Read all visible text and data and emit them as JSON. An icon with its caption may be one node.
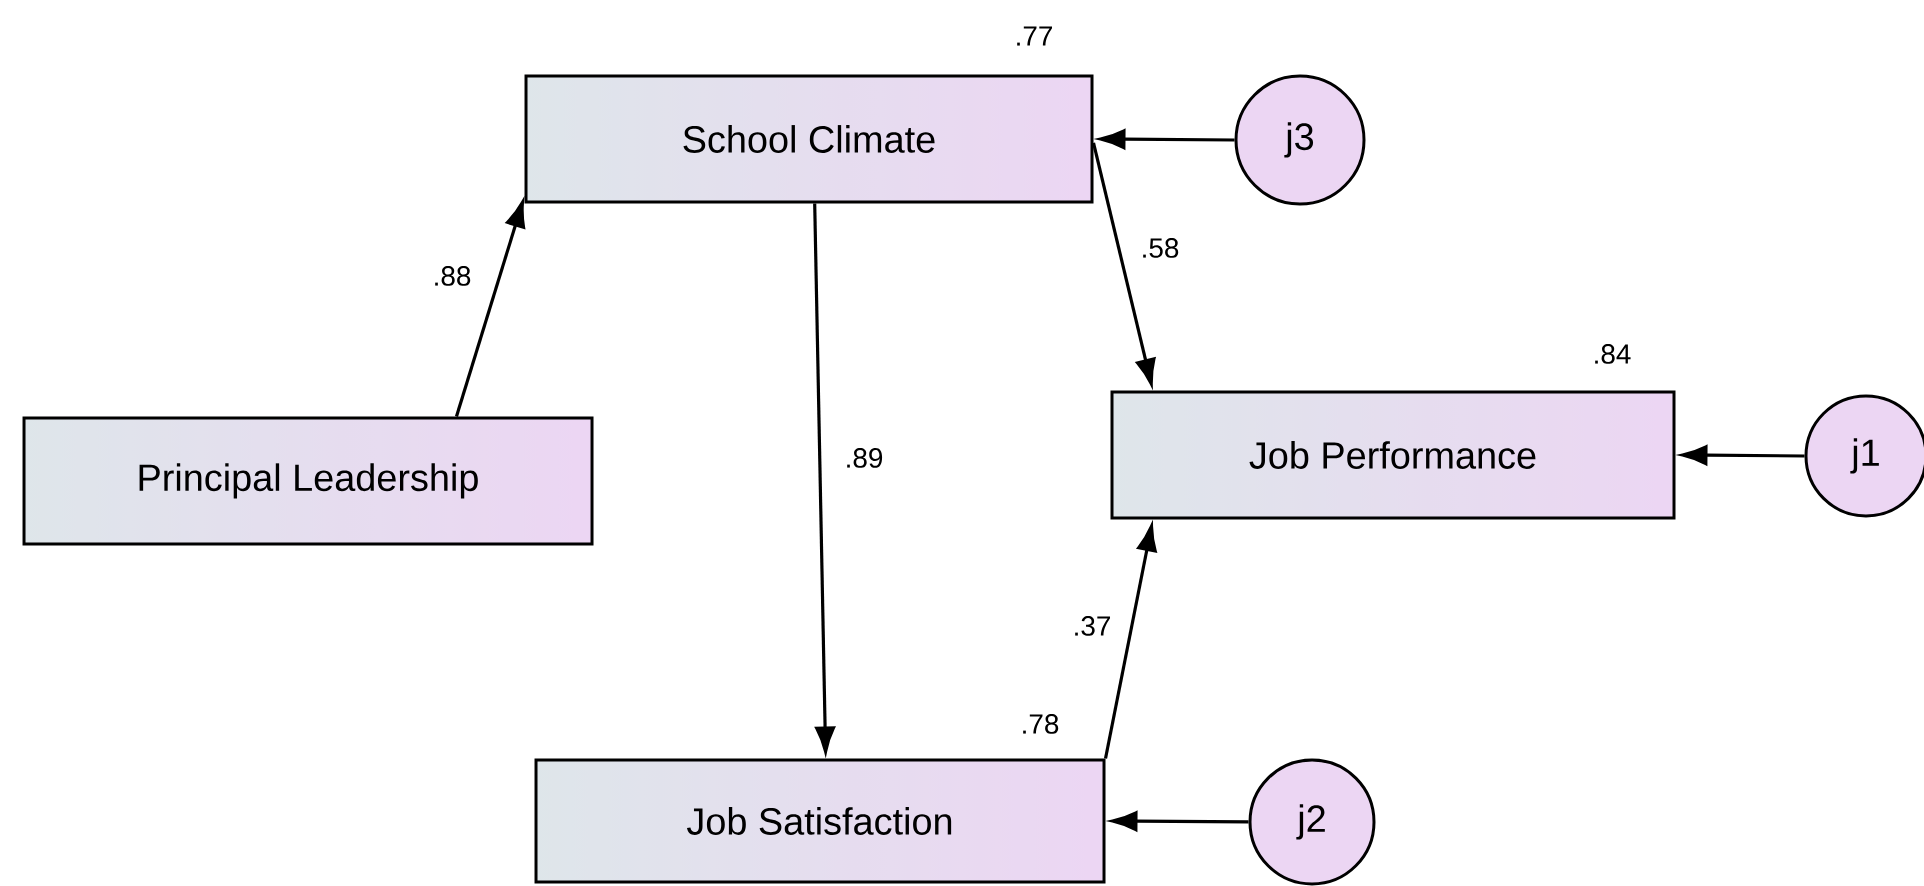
{
  "diagram": {
    "nodes": [
      {
        "text": [
          "School Climate"
        ],
        "beside": [
          ".77"
        ]
      },
      {
        "text": [
          "j3"
        ]
      },
      {
        "text": [
          "Principal Leadership"
        ]
      },
      {
        "text": [
          "Job Performance"
        ],
        "beside": [
          ".84"
        ]
      },
      {
        "text": [
          "j1"
        ]
      },
      {
        "text": [
          "Job Satisfaction"
        ],
        "beside": [
          ".78"
        ]
      },
      {
        "text": [
          "j2"
        ]
      }
    ],
    "edges": [
      {
        "from": 2,
        "to": 0,
        "arrow": "to",
        "label": ".88"
      },
      {
        "from": 1,
        "to": 0,
        "arrow": "to"
      },
      {
        "from": 0,
        "to": 3,
        "arrow": "to",
        "label": ".58"
      },
      {
        "from": 0,
        "to": 5,
        "arrow": "to",
        "label": ".89"
      },
      {
        "from": 4,
        "to": 3,
        "arrow": "to"
      },
      {
        "from": 5,
        "to": 3,
        "arrow": "to",
        "label": ".37"
      },
      {
        "from": 6,
        "to": 5,
        "arrow": "to"
      }
    ]
  }
}
